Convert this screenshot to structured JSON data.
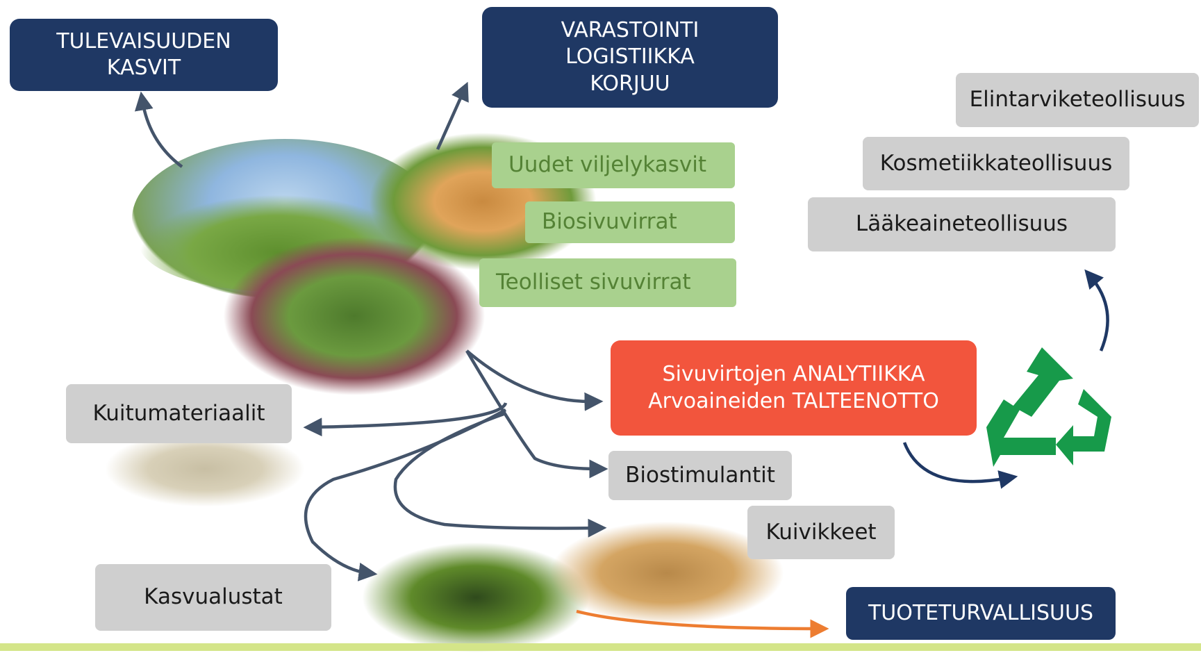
{
  "boxes": {
    "tulevaisuuden": [
      "TULEVAISUUDEN",
      "KASVIT"
    ],
    "varastointi": [
      "VARASTOINTI",
      "LOGISTIIKKA",
      "KORJUU"
    ],
    "uudet": "Uudet viljelykasvit",
    "biosivuvirrat": "Biosivuvirrat",
    "teolliset": "Teolliset sivuvirrat",
    "elintarvike": "Elintarviketeollisuus",
    "kosmetiikka": "Kosmetiikkateollisuus",
    "laakeaine": "Lääkeaineteollisuus",
    "analytiikka": [
      "Sivuvirtojen ANALYTIIKKA",
      "Arvoaineiden TALTEENOTTO"
    ],
    "kuitumateriaalit": "Kuitumateriaalit",
    "biostimulantit": "Biostimulantit",
    "kuivikkeet": "Kuivikkeet",
    "kasvualustat": "Kasvualustat",
    "tuoteturvallisuus": "TUOTETURVALLISUUS"
  },
  "colors": {
    "navy": "#1f3864",
    "green_box": "#a9d18e",
    "green_text": "#548235",
    "gray_box": "#cfcfcf",
    "red_box": "#f2553d",
    "arrow": "#44546a",
    "arrow_dark": "#1f3864",
    "arrow_orange": "#ed7d31",
    "recycle": "#179a4a",
    "bottom_bar": "#d4e589"
  },
  "icons": [
    "recycle-icon"
  ]
}
